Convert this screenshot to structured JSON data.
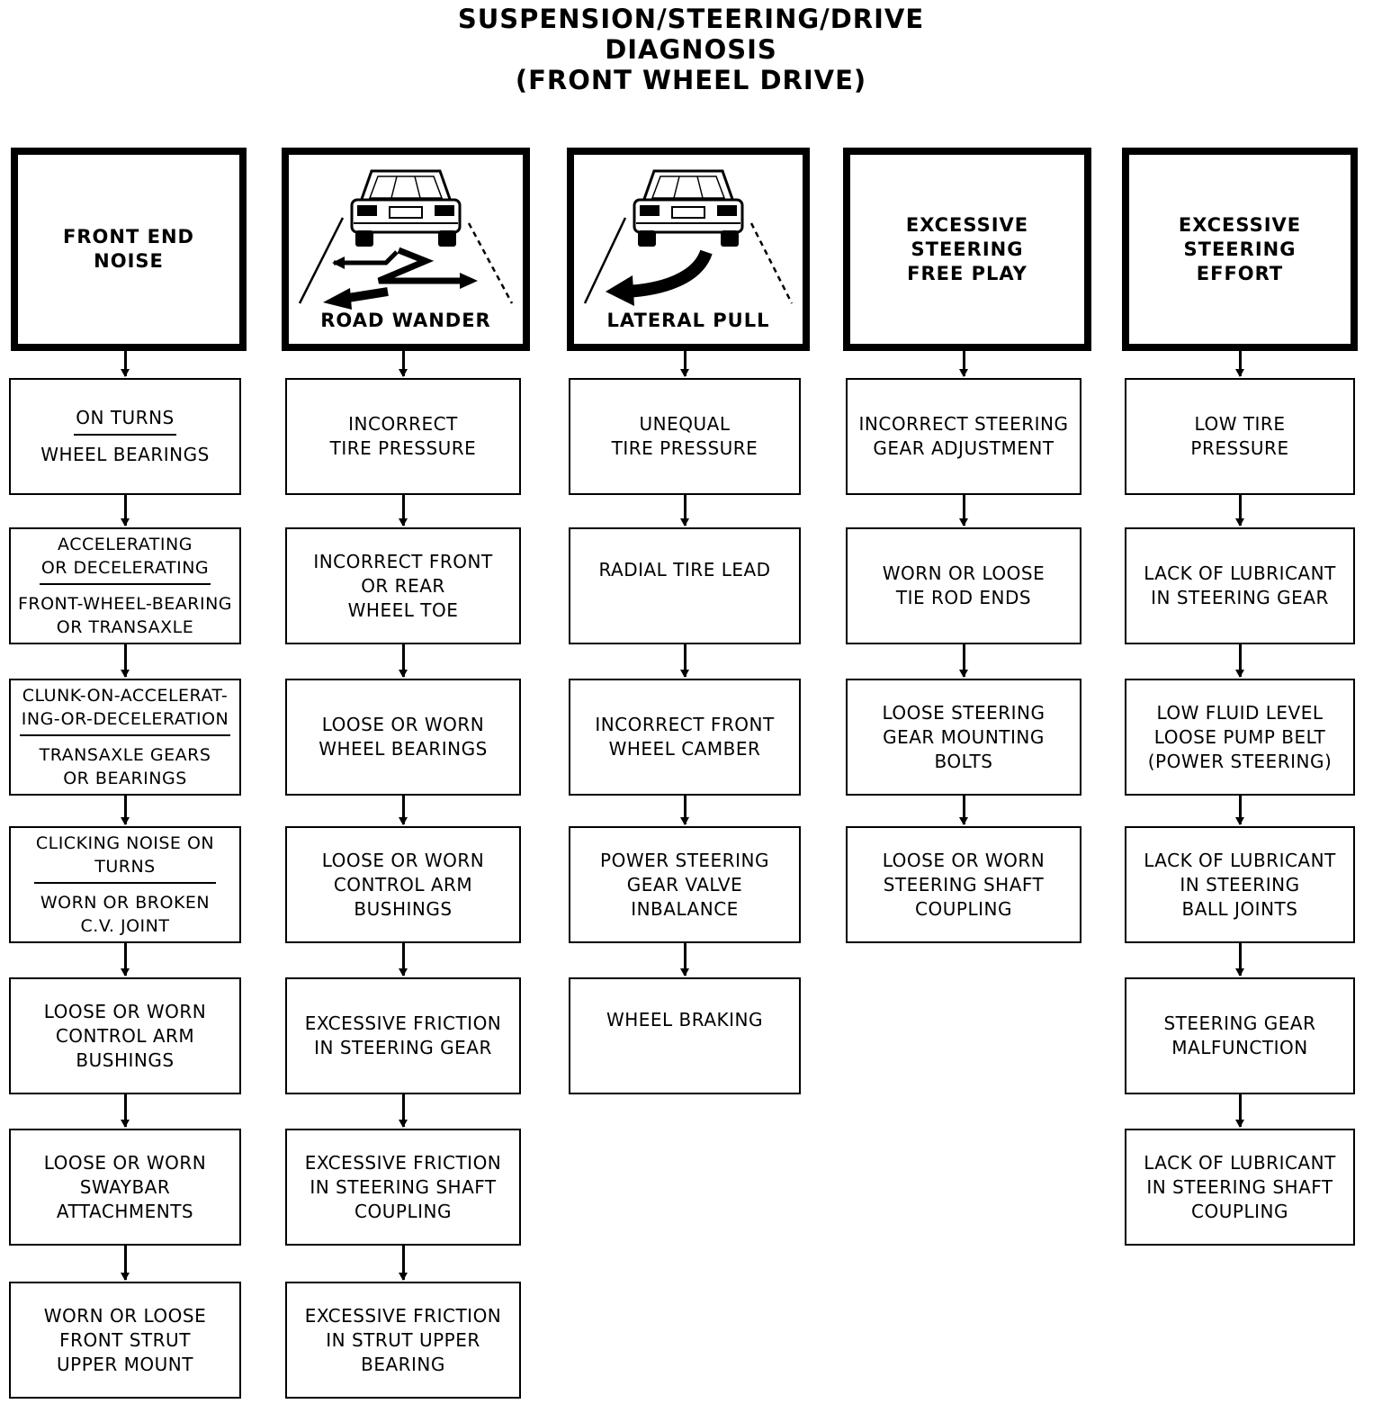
{
  "title": {
    "line1": "SUSPENSION/STEERING/DRIVE",
    "line2": "DIAGNOSIS",
    "line3": "(FRONT WHEEL DRIVE)"
  },
  "columns": [
    {
      "heading": "FRONT END\nNOISE",
      "causes": [
        {
          "condition": "ON TURNS",
          "cause": "WHEEL BEARINGS"
        },
        {
          "condition": "ACCELERATING\nOR DECELERATING",
          "cause": "FRONT-WHEEL-BEARING\nOR TRANSAXLE"
        },
        {
          "condition": "CLUNK-ON-ACCELERAT-\nING-OR-DECELERATION",
          "cause": "TRANSAXLE GEARS\nOR BEARINGS"
        },
        {
          "condition": "CLICKING NOISE ON\nTURNS",
          "cause": "WORN OR BROKEN\nC.V. JOINT"
        },
        {
          "cause": "LOOSE OR WORN\nCONTROL ARM\nBUSHINGS"
        },
        {
          "cause": "LOOSE OR WORN\nSWAYBAR\nATTACHMENTS"
        },
        {
          "cause": "WORN OR LOOSE\nFRONT STRUT\nUPPER MOUNT"
        }
      ]
    },
    {
      "heading": "ROAD WANDER",
      "icon": "car-road-wander-icon",
      "causes": [
        {
          "cause": "INCORRECT\nTIRE PRESSURE"
        },
        {
          "cause": "INCORRECT FRONT\nOR REAR\nWHEEL TOE"
        },
        {
          "cause": "LOOSE OR WORN\nWHEEL BEARINGS"
        },
        {
          "cause": "LOOSE OR WORN\nCONTROL ARM\nBUSHINGS"
        },
        {
          "cause": "EXCESSIVE FRICTION\nIN STEERING GEAR"
        },
        {
          "cause": "EXCESSIVE FRICTION\nIN STEERING SHAFT\nCOUPLING"
        },
        {
          "cause": "EXCESSIVE FRICTION\nIN STRUT UPPER\nBEARING"
        }
      ]
    },
    {
      "heading": "LATERAL PULL",
      "icon": "car-lateral-pull-icon",
      "causes": [
        {
          "cause": "UNEQUAL\nTIRE PRESSURE"
        },
        {
          "cause": "RADIAL TIRE LEAD"
        },
        {
          "cause": "INCORRECT FRONT\nWHEEL CAMBER"
        },
        {
          "cause": "POWER STEERING\nGEAR VALVE\nINBALANCE"
        },
        {
          "cause": "WHEEL BRAKING"
        }
      ]
    },
    {
      "heading": "EXCESSIVE\nSTEERING\nFREE PLAY",
      "causes": [
        {
          "cause": "INCORRECT STEERING\nGEAR ADJUSTMENT"
        },
        {
          "cause": "WORN OR LOOSE\nTIE ROD ENDS"
        },
        {
          "cause": "LOOSE STEERING\nGEAR MOUNTING\nBOLTS"
        },
        {
          "cause": "LOOSE OR WORN\nSTEERING SHAFT\nCOUPLING"
        }
      ]
    },
    {
      "heading": "EXCESSIVE\nSTEERING\nEFFORT",
      "causes": [
        {
          "cause": "LOW TIRE\nPRESSURE"
        },
        {
          "cause": "LACK OF LUBRICANT\nIN STEERING GEAR"
        },
        {
          "cause": "LOW FLUID LEVEL\nLOOSE PUMP BELT\n(POWER STEERING)"
        },
        {
          "cause": "LACK OF LUBRICANT\nIN STEERING\nBALL JOINTS"
        },
        {
          "cause": "STEERING GEAR\nMALFUNCTION"
        },
        {
          "cause": "LACK OF LUBRICANT\nIN STEERING SHAFT\nCOUPLING"
        }
      ]
    }
  ]
}
